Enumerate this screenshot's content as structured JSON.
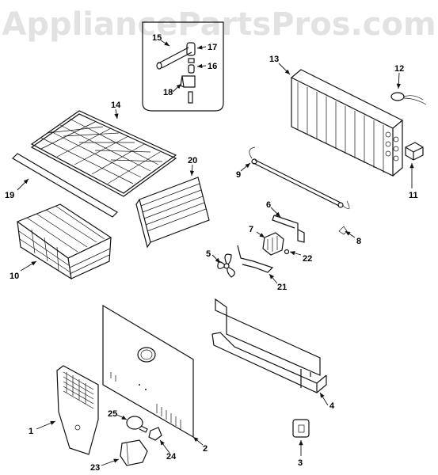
{
  "watermark": "AppliancePartsPros.com",
  "callouts": [
    "15",
    "17",
    "16",
    "18",
    "14",
    "13",
    "12",
    "20",
    "19",
    "9",
    "11",
    "10",
    "6",
    "7",
    "8",
    "22",
    "5",
    "21",
    "4",
    "1",
    "25",
    "24",
    "2",
    "3",
    "23"
  ]
}
